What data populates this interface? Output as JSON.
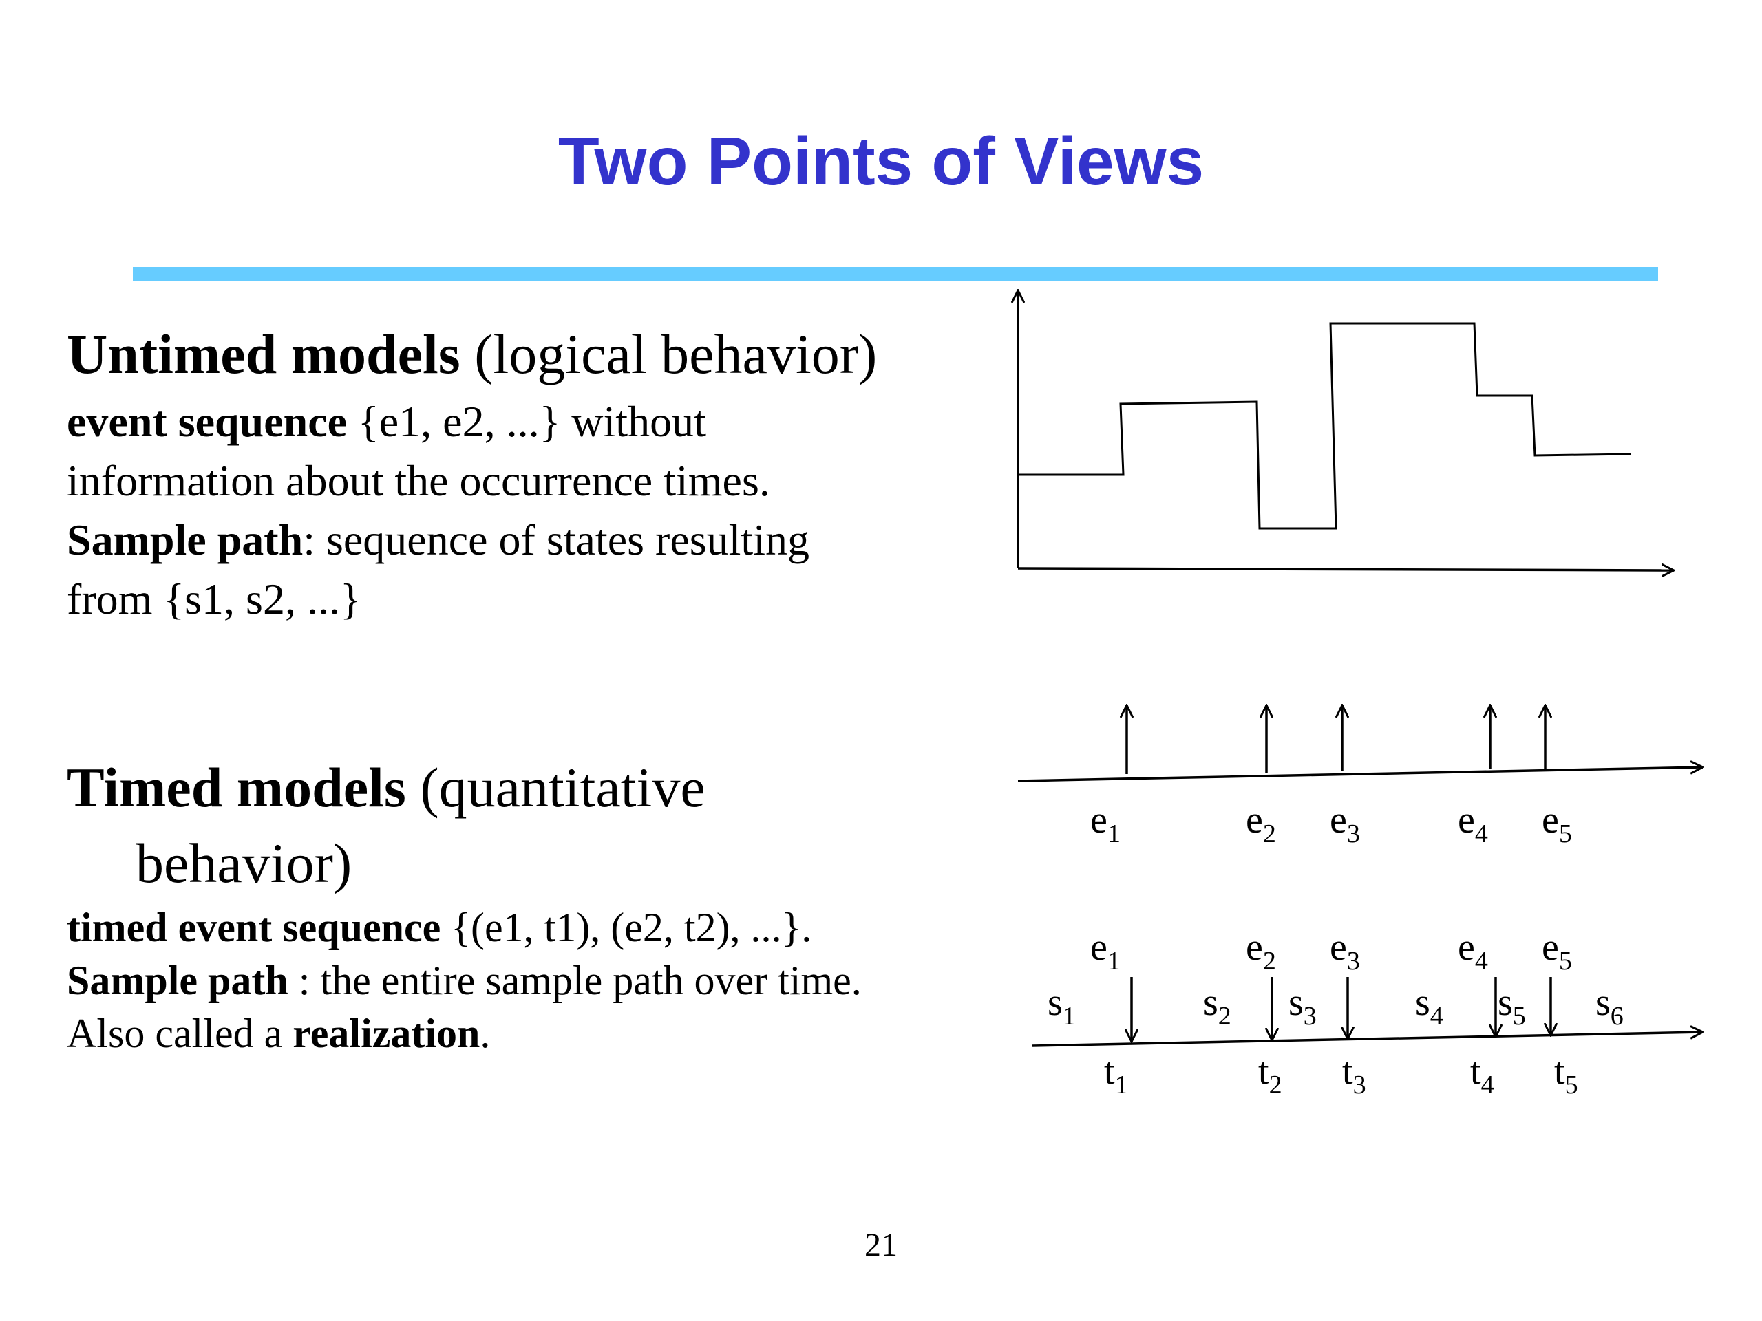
{
  "slide": {
    "title": "Two Points of Views",
    "page_number": "21"
  },
  "untimed": {
    "heading_bold": "Untimed models",
    "heading_rest": " (logical behavior)",
    "line1_bold": "event sequence",
    "line1_rest": " {e1, e2, ...} without",
    "line2": "information about the occurrence times.",
    "line3_bold": "Sample path",
    "line3_rest": ": sequence of states resulting",
    "line4": "from {s1, s2, ...}"
  },
  "timed": {
    "heading_bold": "Timed models",
    "heading_rest": " (quantitative",
    "heading_cont": "behavior)",
    "line1_bold": "timed event sequence",
    "line1_rest": " {(e1, t1), (e2, t2), ...}.",
    "line2_bold": "Sample path",
    "line2_rest": " : the entire sample path over time.",
    "line3_pre": "Also called a ",
    "line3_bold": "realization",
    "line3_post": "."
  },
  "event_diagram": {
    "labels": [
      {
        "base": "e",
        "sub": "1"
      },
      {
        "base": "e",
        "sub": "2"
      },
      {
        "base": "e",
        "sub": "3"
      },
      {
        "base": "e",
        "sub": "4"
      },
      {
        "base": "e",
        "sub": "5"
      }
    ]
  },
  "timed_diagram": {
    "event_labels": [
      {
        "base": "e",
        "sub": "1"
      },
      {
        "base": "e",
        "sub": "2"
      },
      {
        "base": "e",
        "sub": "3"
      },
      {
        "base": "e",
        "sub": "4"
      },
      {
        "base": "e",
        "sub": "5"
      }
    ],
    "state_labels": [
      {
        "base": "s",
        "sub": "1"
      },
      {
        "base": "s",
        "sub": "2"
      },
      {
        "base": "s",
        "sub": "3"
      },
      {
        "base": "s",
        "sub": "4"
      },
      {
        "base": "s",
        "sub": "5"
      },
      {
        "base": "s",
        "sub": "6"
      }
    ],
    "time_labels": [
      {
        "base": "t",
        "sub": "1"
      },
      {
        "base": "t",
        "sub": "2"
      },
      {
        "base": "t",
        "sub": "3"
      },
      {
        "base": "t",
        "sub": "4"
      },
      {
        "base": "t",
        "sub": "5"
      }
    ]
  }
}
